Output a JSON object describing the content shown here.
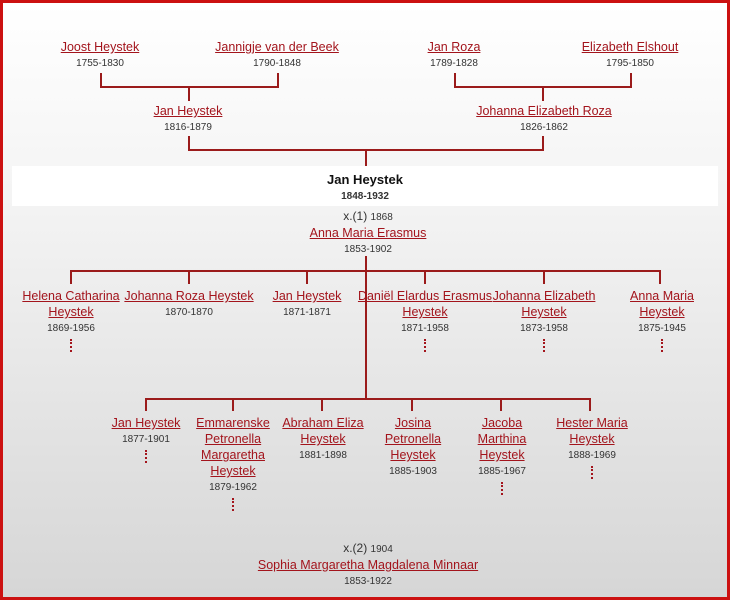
{
  "grandparents": [
    {
      "name": "Joost Heystek",
      "dates": "1755-1830"
    },
    {
      "name": "Jannigje van der Beek",
      "dates": "1790-1848"
    },
    {
      "name": "Jan Roza",
      "dates": "1789-1828"
    },
    {
      "name": "Elizabeth Elshout",
      "dates": "1795-1850"
    }
  ],
  "parents": [
    {
      "name": "Jan Heystek",
      "dates": "1816-1879"
    },
    {
      "name": "Johanna Elizabeth Roza",
      "dates": "1826-1862"
    }
  ],
  "subject": {
    "name": "Jan Heystek",
    "dates": "1848-1932"
  },
  "marriages": [
    {
      "marker": "x.(1)",
      "year": "1868",
      "spouse": "Anna Maria Erasmus",
      "dates": "1853-1902"
    },
    {
      "marker": "x.(2)",
      "year": "1904",
      "spouse": "Sophia Margaretha Magdalena Minnaar",
      "dates": "1853-1922"
    }
  ],
  "children_row1": [
    {
      "name": "Helena Catharina Heystek",
      "dates": "1869-1956",
      "more": true
    },
    {
      "name": "Johanna Roza Heystek",
      "dates": "1870-1870",
      "more": false
    },
    {
      "name": "Jan Heystek",
      "dates": "1871-1871",
      "more": false
    },
    {
      "name": "Daniël Elardus Erasmus Heystek",
      "dates": "1871-1958",
      "more": true
    },
    {
      "name": "Johanna Elizabeth Heystek",
      "dates": "1873-1958",
      "more": true
    },
    {
      "name": "Anna Maria Heystek",
      "dates": "1875-1945",
      "more": true
    }
  ],
  "children_row2": [
    {
      "name": "Jan Heystek",
      "dates": "1877-1901",
      "more": true
    },
    {
      "name": "Emmarenske Petronella Margaretha Heystek",
      "dates": "1879-1962",
      "more": true
    },
    {
      "name": "Abraham Eliza Heystek",
      "dates": "1881-1898",
      "more": false
    },
    {
      "name": "Josina Petronella Heystek",
      "dates": "1885-1903",
      "more": false
    },
    {
      "name": "Jacoba Marthina Heystek",
      "dates": "1885-1967",
      "more": true
    },
    {
      "name": "Hester Maria Heystek",
      "dates": "1888-1969",
      "more": true
    }
  ]
}
